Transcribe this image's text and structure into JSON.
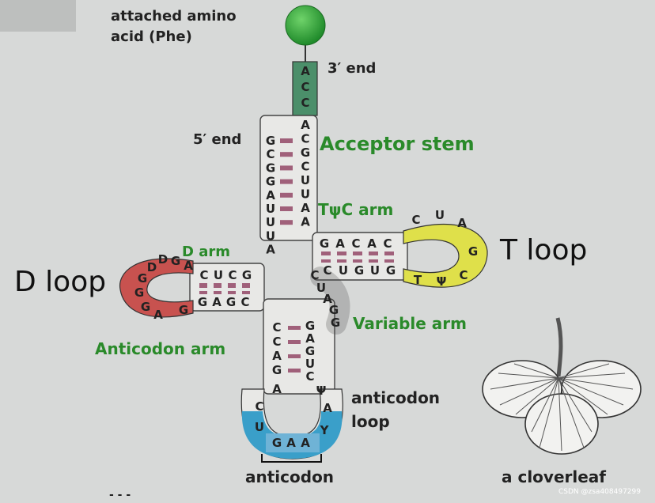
{
  "labels": {
    "amino_acid_line1": "attached amino",
    "amino_acid_line2": "acid (Phe)",
    "three_prime_end": "3′ end",
    "five_prime_end": "5′ end",
    "acceptor_stem": "Acceptor stem",
    "tpsic_arm": "TψC arm",
    "t_loop": "T loop",
    "d_arm": "D arm",
    "d_loop": "D loop",
    "variable_arm": "Variable arm",
    "anticodon_arm": "Anticodon arm",
    "anticodon_loop_line1": "anticodon",
    "anticodon_loop_line2": "loop",
    "anticodon": "anticodon",
    "cloverleaf": "a cloverleaf",
    "watermark": "CSDN @zsa408497299"
  },
  "sequences": {
    "three_prime_tail": [
      "A",
      "C",
      "C"
    ],
    "acceptor_3prime_strand": [
      "A",
      "C",
      "G",
      "C",
      "U",
      "U",
      "A",
      "A"
    ],
    "acceptor_5prime_strand": [
      "G",
      "C",
      "G",
      "G",
      "A",
      "U",
      "U",
      "U",
      "A"
    ],
    "d_stem_top": [
      "C",
      "U",
      "C",
      "G"
    ],
    "d_stem_bottom": [
      "G",
      "A",
      "G",
      "C"
    ],
    "d_loop": [
      "A",
      "G",
      "D",
      "D",
      "G",
      "G",
      "G",
      "A",
      "G"
    ],
    "t_stem_top": [
      "G",
      "A",
      "C",
      "A",
      "C"
    ],
    "t_stem_bottom": [
      "C",
      "U",
      "G",
      "U",
      "G"
    ],
    "t_loop": [
      "C",
      "U",
      "A",
      "G",
      "C",
      "Ψ",
      "T"
    ],
    "variable_region": [
      "C",
      "U",
      "A",
      "G",
      "G"
    ],
    "anticodon_stem_left": [
      "C",
      "C",
      "A",
      "G"
    ],
    "anticodon_stem_right": [
      "G",
      "A",
      "G",
      "U",
      "C"
    ],
    "anticodon_loop": [
      "A",
      "C",
      "U",
      "Ψ",
      "A",
      "Y"
    ],
    "anticodon_triplet": [
      "G",
      "A",
      "A"
    ]
  },
  "colors": {
    "background": "#d7d9d8",
    "amino_ball": "#1f9a2e",
    "tail_box": "#4b8f6a",
    "d_loop": "#c8524f",
    "t_loop": "#dfe04a",
    "anticodon_loop": "#3a9fc9",
    "anticodon_triplet": "#7a2aa0",
    "base_pair": "#a0607a",
    "label_green": "#2a8a2a"
  }
}
